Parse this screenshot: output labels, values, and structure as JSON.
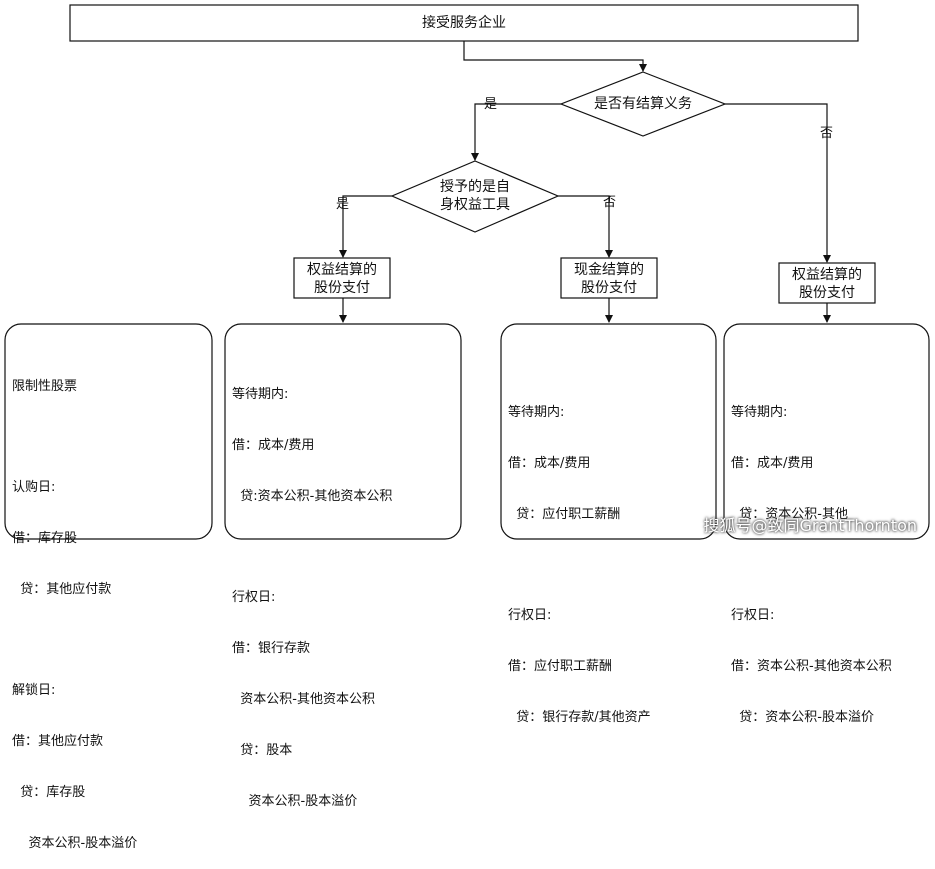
{
  "nodes": {
    "top": "接受服务企业",
    "q1": "是否有结算义务",
    "q2": [
      "授予的是自",
      "身权益工具"
    ],
    "equity_left": [
      "权益结算的",
      "股份支付"
    ],
    "cash": [
      "现金结算的",
      "股份支付"
    ],
    "equity_right": [
      "权益结算的",
      "股份支付"
    ]
  },
  "edges": {
    "q1_yes": "是",
    "q1_no": "否",
    "q2_yes": "是",
    "q2_no": "否"
  },
  "boxes": {
    "restricted": {
      "title": "限制性股票",
      "sub1": "认购日:",
      "l1": "借：库存股",
      "l2": "  贷：其他应付款",
      "sub2": "解锁日:",
      "l3": "借：其他应付款",
      "l4": "  贷：库存股",
      "l5": "    资本公积-股本溢价"
    },
    "equity_acct": {
      "sub1": "等待期内:",
      "l1": "借：成本/费用",
      "l2": "  贷:资本公积-其他资本公积",
      "sub2": "行权日:",
      "l3": "借：银行存款",
      "l4": "  资本公积-其他资本公积",
      "l5": "  贷：股本",
      "l6": "    资本公积-股本溢价"
    },
    "cash_acct": {
      "sub1": "等待期内:",
      "l1": "借：成本/费用",
      "l2": "  贷：应付职工薪酬",
      "sub2": "行权日:",
      "l3": "借：应付职工薪酬",
      "l4": "  贷：银行存款/其他资产"
    },
    "equity2_acct": {
      "sub1": "等待期内:",
      "l1": "借：成本/费用",
      "l2": "  贷：资本公积-其他",
      "sub2": "行权日:",
      "l3": "借：资本公积-其他资本公积",
      "l4": "  贷：资本公积-股本溢价"
    }
  },
  "watermark": "搜狐号@致同GrantThornton"
}
